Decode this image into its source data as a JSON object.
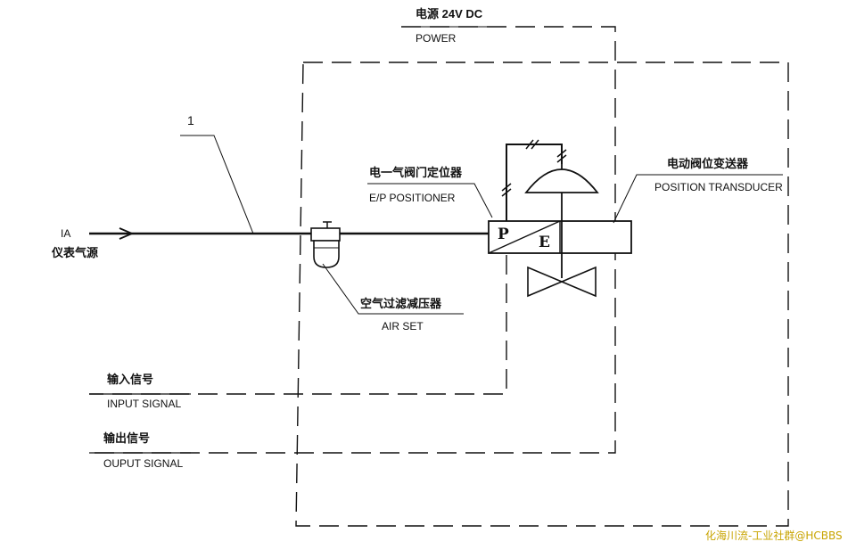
{
  "labels": {
    "power_cn": "电源 24V DC",
    "power_en": "POWER",
    "callout_number": "1",
    "ia_en": "IA",
    "ia_cn": "仪表气源",
    "positioner_cn": "电一气阀门定位器",
    "positioner_en": "E/P POSITIONER",
    "transducer_cn": "电动阀位变送器",
    "transducer_en": "POSITION TRANSDUCER",
    "airset_cn": "空气过滤减压器",
    "airset_en": "AIR SET",
    "input_cn": "输入信号",
    "input_en": "INPUT SIGNAL",
    "output_cn": "输出信号",
    "output_en": "OUPUT SIGNAL",
    "block_p": "P",
    "block_e": "E"
  },
  "watermark": "化海川流-工业社群@HCBBS",
  "colors": {
    "line": "#111111",
    "background": "#ffffff",
    "watermark": "#c8a400"
  }
}
